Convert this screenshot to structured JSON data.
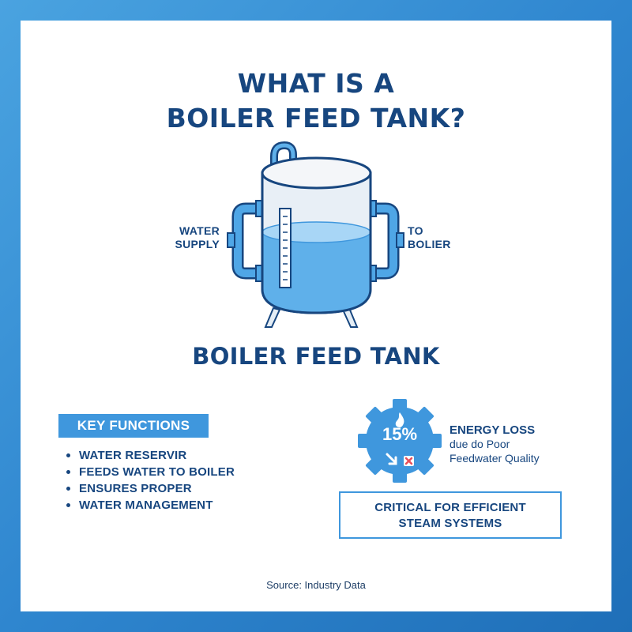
{
  "title": {
    "line1": "WHAT IS A",
    "line2": "BOILER FEED TANK?"
  },
  "diagram": {
    "left_label": {
      "line1": "WATER",
      "line2": "SUPPLY"
    },
    "right_label": {
      "line1": "TO",
      "line2": "BOLIER"
    },
    "caption": "BOILER FEED TANK"
  },
  "key_functions": {
    "heading": "KEY FUNCTIONS",
    "items": [
      "WATER RESERVIR",
      "FEEDS WATER TO BOILER",
      "ENSURES PROPER",
      "WATER MANAGEMENT"
    ]
  },
  "stat": {
    "value": "15%",
    "title": "ENERGY LOSS",
    "subtitle_line1": "due do Poor",
    "subtitle_line2": "Feedwater Quality",
    "icon": "flame-icon"
  },
  "callout": {
    "line1": "CRITICAL FOR EFFICIENT",
    "line2": "STEAM SYSTEMS"
  },
  "source": "Source: Industry Data",
  "colors": {
    "navy": "#17467f",
    "accent": "#3f97dd",
    "water": "#5fb0ea",
    "frame": "#2f86cf",
    "warning": "#e8505b"
  }
}
